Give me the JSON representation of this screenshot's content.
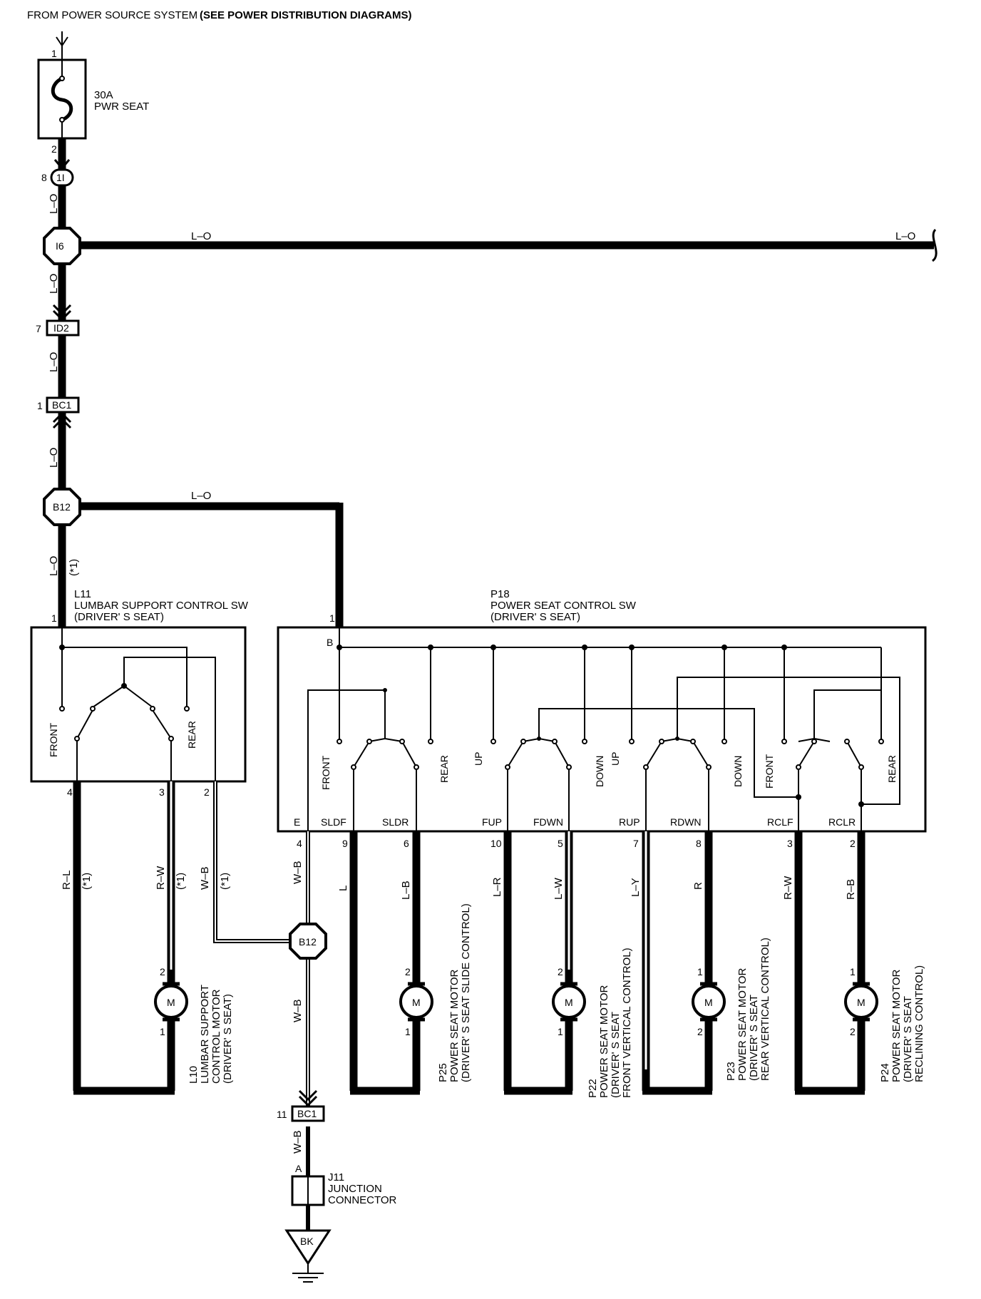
{
  "header": {
    "source_line": "FROM POWER SOURCE SYSTEM",
    "source_ref": "(SEE POWER DISTRIBUTION DIAGRAMS)"
  },
  "fuse": {
    "amp": "30A",
    "name": "PWR SEAT",
    "pin_in": "1",
    "pin_out": "2"
  },
  "connectors": {
    "c1I": {
      "label": "1I",
      "pin": "8"
    },
    "c16": {
      "label": "I6"
    },
    "cID2": {
      "label": "ID2",
      "pin": "7"
    },
    "cBC1_top": {
      "label": "BC1",
      "pin": "1"
    },
    "cB12_top": {
      "label": "B12"
    },
    "cB12_mid": {
      "label": "B12"
    },
    "cBC1_bot": {
      "label": "BC1",
      "pin": "11"
    }
  },
  "wires": {
    "lo": "L–O",
    "lo_star": "L–O",
    "star1": "(*1)",
    "rl": "R–L",
    "rw": "R–W",
    "wb": "W–B",
    "l": "L",
    "lb": "L–B",
    "lr": "L–R",
    "lw": "L–W",
    "ly": "L–Y",
    "r": "R",
    "rw2": "R–W",
    "rb": "R–B"
  },
  "lumbar_sw": {
    "id": "L11",
    "name": "LUMBAR SUPPORT CONTROL SW",
    "sub": "(DRIVER' S SEAT)",
    "pin_top": "1",
    "front": "FRONT",
    "rear": "REAR",
    "pins": [
      "4",
      "3",
      "2"
    ]
  },
  "seat_sw": {
    "id": "P18",
    "name": "POWER SEAT CONTROL SW",
    "sub": "(DRIVER' S SEAT)",
    "pin_top": "1",
    "b": "B",
    "sw_labels": [
      "FRONT",
      "REAR",
      "UP",
      "DOWN",
      "UP",
      "DOWN",
      "FRONT",
      "REAR"
    ],
    "term_labels": [
      "E",
      "SLDF",
      "SLDR",
      "FUP",
      "FDWN",
      "RUP",
      "RDWN",
      "RCLF",
      "RCLR"
    ],
    "pins": [
      "4",
      "9",
      "6",
      "10",
      "5",
      "7",
      "8",
      "3",
      "2"
    ]
  },
  "motors": [
    {
      "id": "L10",
      "lines": [
        "LUMBAR SUPPORT",
        "CONTROL MOTOR",
        "(DRIVER' S SEAT)"
      ],
      "pin_top": "2",
      "pin_bot": "1",
      "m": "M"
    },
    {
      "id": "P25",
      "lines": [
        "POWER SEAT MOTOR",
        "(DRIVER' S SEAT SLIDE CONTROL)"
      ],
      "pin_top": "2",
      "pin_bot": "1",
      "m": "M"
    },
    {
      "id": "P22",
      "lines": [
        "POWER SEAT MOTOR",
        "(DRIVER' S SEAT",
        "FRONT VERTICAL CONTROL)"
      ],
      "pin_top": "2",
      "pin_bot": "1",
      "m": "M"
    },
    {
      "id": "P23",
      "lines": [
        "POWER SEAT MOTOR",
        "(DRIVER' S SEAT",
        "REAR VERTICAL CONTROL)"
      ],
      "pin_top": "1",
      "pin_bot": "2",
      "m": "M"
    },
    {
      "id": "P24",
      "lines": [
        "POWER SEAT MOTOR",
        "(DRIVER' S SEAT",
        "RECLINING CONTROL)"
      ],
      "pin_top": "1",
      "pin_bot": "2",
      "m": "M"
    }
  ],
  "junction": {
    "id": "J11",
    "line1": "JUNCTION",
    "line2": "CONNECTOR",
    "pin": "A"
  },
  "ground": {
    "label": "BK"
  }
}
